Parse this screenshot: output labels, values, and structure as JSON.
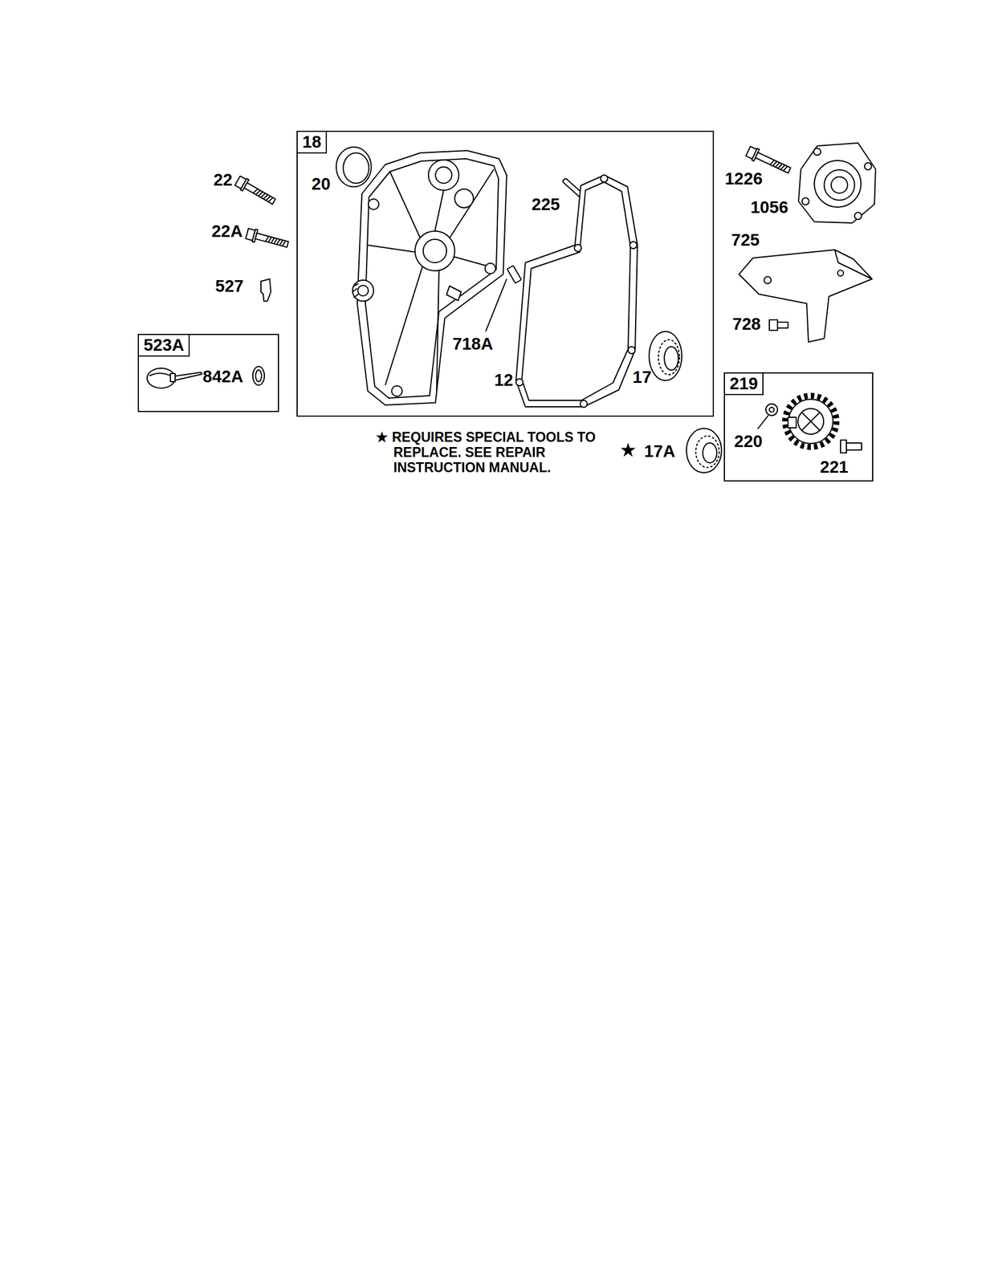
{
  "diagram": {
    "nodes": [
      {
        "text": [
          "18",
          "20",
          "225",
          "718A",
          "12",
          "17"
        ]
      },
      {
        "text": [
          "523A",
          "842A"
        ]
      },
      {
        "text": [
          "219",
          "220",
          "221"
        ]
      }
    ],
    "labels": [
      "22",
      "22A",
      "527",
      "1226",
      "1056",
      "725",
      "728",
      "★ REQUIRES SPECIAL TOOLS TO REPLACE. SEE REPAIR INSTRUCTION MANUAL.",
      "★",
      "17A"
    ]
  }
}
